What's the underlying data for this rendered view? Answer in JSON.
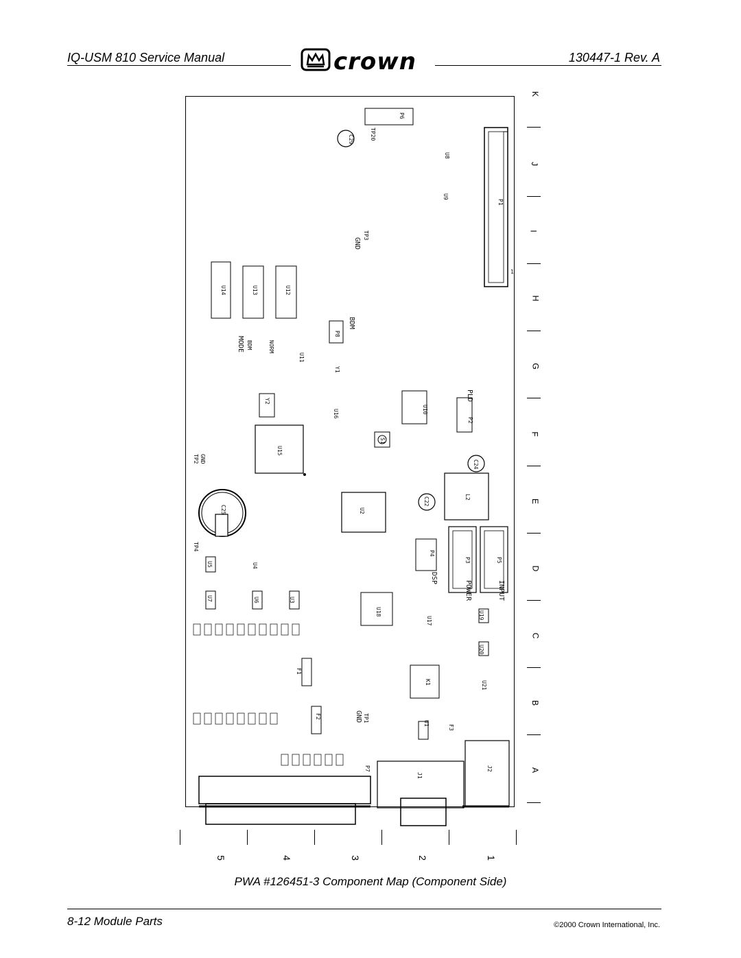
{
  "header": {
    "manual_title": "IQ-USM 810 Service Manual",
    "logo_text": "crown",
    "doc_number": "130447-1 Rev. A"
  },
  "board": {
    "zone_letters": [
      "K",
      "J",
      "I",
      "H",
      "G",
      "F",
      "E",
      "D",
      "C",
      "B",
      "A"
    ],
    "zone_numbers": [
      "5",
      "4",
      "3",
      "2",
      "1"
    ],
    "ic_labels": {
      "u15": "U15",
      "u2": "U2",
      "l2": "L2",
      "u14": "U14",
      "u13": "U13",
      "u12": "U12",
      "u10": "U10",
      "u18": "U18",
      "p1": "P1",
      "p2": "P2",
      "p3": "P3",
      "p5": "P5",
      "p4": "P4",
      "p6": "P6",
      "p8": "P8",
      "j1": "J1",
      "j2": "J2",
      "k1": "K1",
      "c25": "C25",
      "c29": "C29",
      "c24": "C24",
      "c22": "C22",
      "u8": "U8",
      "u9": "U9",
      "u17": "U17",
      "u19": "U19",
      "u20": "U20",
      "u21": "U21",
      "u3": "U3",
      "u4": "U4",
      "u5": "U5",
      "u6": "U6",
      "u7": "U7",
      "u11": "U11",
      "u16": "U16",
      "u1": "U1",
      "y1": "Y1",
      "y2": "Y2",
      "f1": "F1",
      "f2": "F2",
      "f3": "F3",
      "s1": "S1",
      "p7": "P7"
    },
    "text_labels": {
      "gnd_top": "GND",
      "tp3": "TP3",
      "mode": "MODE",
      "bdm": "BDM",
      "norm": "NORM",
      "bdm2": "BDM",
      "pld": "PLD",
      "dsp": "DSP",
      "power": "POWER",
      "input": "INPUT",
      "tp2": "TP2",
      "gnd_left": "GND",
      "tp1": "TP1",
      "gnd_bottom": "GND",
      "tp4": "TP4",
      "tp20": "TP20",
      "pin1": "1"
    }
  },
  "caption": "PWA #126451-3 Component Map (Component Side)",
  "footer": {
    "section": "8-12 Module Parts",
    "copyright": "©2000 Crown International, Inc."
  }
}
